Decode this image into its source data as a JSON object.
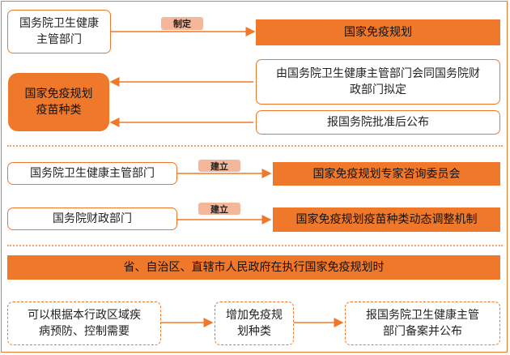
{
  "section1": {
    "authority": "国务院卫生健康主管部门",
    "tag_formulate": "制定",
    "plan": "国家免疫规划",
    "vaccine_types": "国家免疫规划疫苗种类",
    "step_draft": "由国务院卫生健康主管部门会同国务院财政部门拟定",
    "step_approve": "报国务院批准后公布"
  },
  "section2": {
    "row1_left": "国务院卫生健康主管部门",
    "row1_tag": "建立",
    "row1_right": "国家免疫规划专家咨询委员会",
    "row2_left": "国务院财政部门",
    "row2_tag": "建立",
    "row2_right": "国家免疫规划疫苗种类动态调整机制"
  },
  "section3": {
    "header": "省、自治区、直辖市人民政府在执行国家免疫规划时",
    "step1": "可以根据本行政区域疾病预防、控制需要",
    "step2": "增加免疫规划种类",
    "step3": "报国务院卫生健康主管部门备案并公布"
  },
  "colors": {
    "accent": "#f0782a",
    "tag_bg": "#f4b79a"
  }
}
